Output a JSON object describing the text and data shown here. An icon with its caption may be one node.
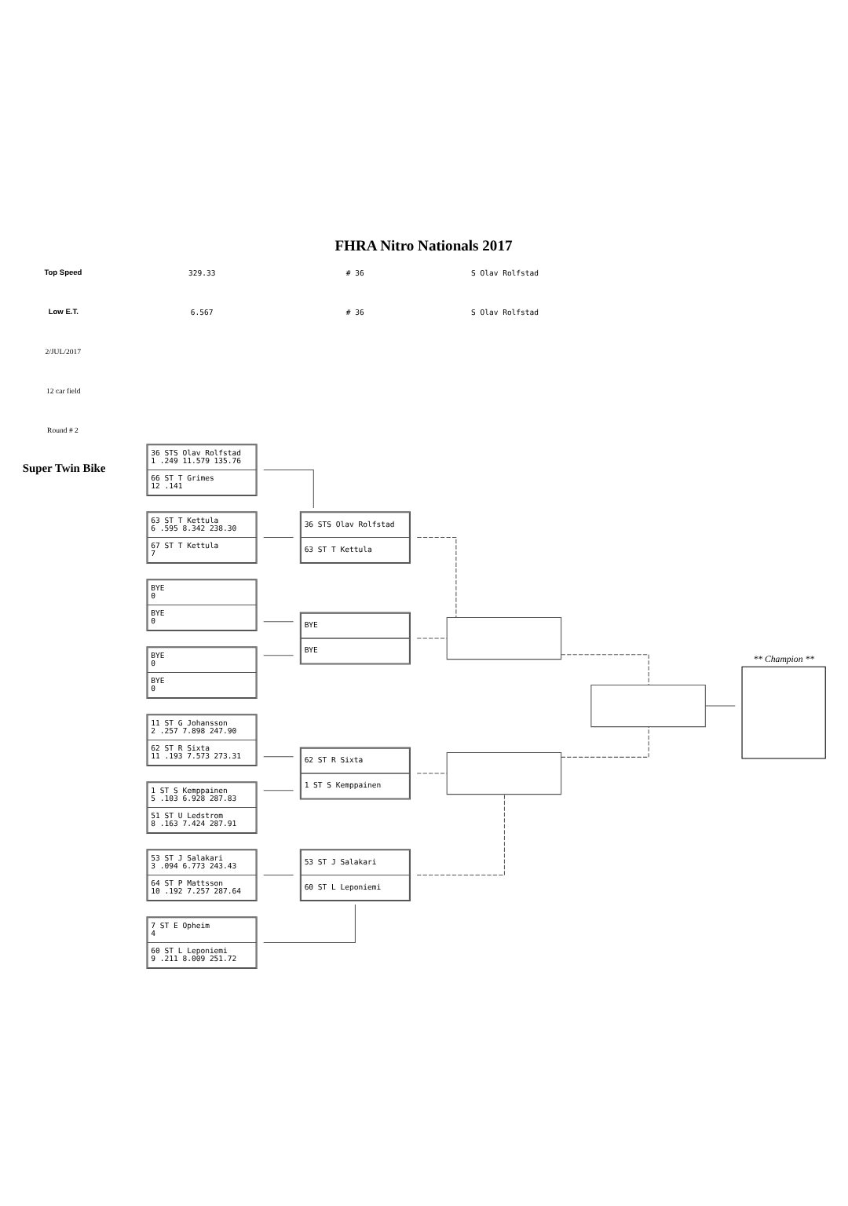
{
  "diagram": {
    "title": "FHRA Nitro Nationals 2017",
    "nodes": [
      {
        "text": [
          "36 STS Olav Rolfstad",
          "1 .249 11.579 135.76",
          "66 ST T Grimes",
          "12 .141"
        ]
      },
      {
        "text": [
          "36 STS Olav Rolfstad",
          "63 ST T Kettula"
        ]
      },
      {
        "text": [
          "63 ST T Kettula",
          "6 .595 8.342 238.30",
          "67 ST T Kettula",
          "7"
        ]
      },
      {
        "text": [],
        "shape": "box"
      },
      {
        "text": [
          "BYE",
          "0",
          "BYE",
          "0"
        ]
      },
      {
        "text": [
          "BYE",
          "BYE"
        ]
      },
      {
        "text": [
          "BYE",
          "0",
          "BYE",
          "0"
        ]
      },
      {
        "text": [
          "** Champion **"
        ]
      },
      {
        "text": [],
        "shape": "box"
      },
      {
        "text": [
          "11 ST G Johansson",
          "2 .257 7.898 247.90",
          "62 ST R Sixta",
          "11 .193 7.573 273.31"
        ]
      },
      {
        "text": [
          "62 ST R Sixta",
          "1 ST S Kemppainen"
        ]
      },
      {
        "text": [
          "1 ST S Kemppainen",
          "5 .103 6.928 287.83",
          "51 ST U Ledstrom",
          "8 .163 7.424 287.91"
        ]
      },
      {
        "text": [],
        "shape": "box"
      },
      {
        "text": [
          "53 ST J Salakari",
          "3 .094 6.773 243.43",
          "64 ST P Mattsson",
          "10 .192 7.257 287.64"
        ]
      },
      {
        "text": [
          "53 ST J Salakari",
          "60 ST L Leponiemi"
        ]
      },
      {
        "text": [
          "7 ST E Opheim",
          "4",
          "60 ST L Leponiemi",
          "9 .211 8.009 251.72"
        ]
      }
    ],
    "edges": [
      {
        "from": 0,
        "to": 1,
        "arrow": "none"
      },
      {
        "from": 2,
        "to": 1,
        "arrow": "none"
      },
      {
        "from": 1,
        "to": 3,
        "arrow": "none",
        "style": "dashed"
      },
      {
        "from": 4,
        "to": 5,
        "arrow": "none"
      },
      {
        "from": 6,
        "to": 5,
        "arrow": "none"
      },
      {
        "from": 5,
        "to": 3,
        "arrow": "none",
        "style": "dashed"
      },
      {
        "from": 3,
        "to": 8,
        "arrow": "none",
        "style": "dashed"
      },
      {
        "from": 8,
        "to": 7,
        "arrow": "none"
      },
      {
        "from": 9,
        "to": 10,
        "arrow": "none"
      },
      {
        "from": 11,
        "to": 10,
        "arrow": "none"
      },
      {
        "from": 10,
        "to": 12,
        "arrow": "none",
        "style": "dashed"
      },
      {
        "from": 13,
        "to": 14,
        "arrow": "none"
      },
      {
        "from": 15,
        "to": 14,
        "arrow": "none"
      },
      {
        "from": 14,
        "to": 12,
        "arrow": "none",
        "style": "dashed"
      },
      {
        "from": 12,
        "to": 8,
        "arrow": "none",
        "style": "dashed"
      }
    ],
    "labels": [
      "2/JUL/2017",
      "12 car field",
      "Round # 2",
      "Super Twin Bike",
      "Low E.T.",
      "6.567",
      "# 36",
      "S Olav Rolfstad",
      "Top Speed",
      "329.33",
      "# 36",
      "S Olav Rolfstad"
    ]
  }
}
